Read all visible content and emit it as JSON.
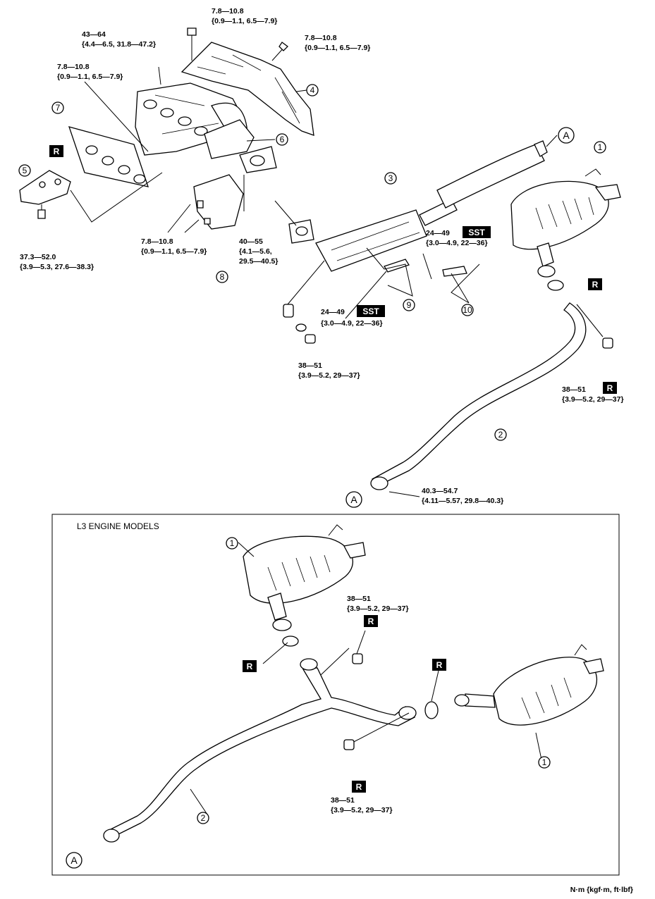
{
  "parts": {
    "p1": "1",
    "p2": "2",
    "p3": "3",
    "p4": "4",
    "p5": "5",
    "p6": "6",
    "p7": "7",
    "p8": "8",
    "p9": "9",
    "p10": "10"
  },
  "marks": {
    "r": "R",
    "sst": "SST",
    "a": "A"
  },
  "torques": {
    "top_bolt": [
      "7.8—10.8",
      "{0.9—1.1, 6.5—7.9}"
    ],
    "top_right_bolt": [
      "7.8—10.8",
      "{0.9—1.1, 6.5—7.9}"
    ],
    "manifold_nut": [
      "43—64",
      "{4.4—6.5, 31.8—47.2}"
    ],
    "left_bolt": [
      "7.8—10.8",
      "{0.9—1.1, 6.5—7.9}"
    ],
    "bracket_bolt": [
      "37.3—52.0",
      "{3.9—5.3, 27.6—38.3}"
    ],
    "lower_bolt": [
      "7.8—10.8",
      "{0.9—1.1, 6.5—7.9}"
    ],
    "stud_bolt": [
      "40—55",
      "{4.1—5.6,",
      "29.5—40.5}"
    ],
    "sensor_rear": [
      "24—49",
      "{3.0—4.9, 22—36}"
    ],
    "sensor_front": [
      "24—49",
      "{3.0—4.9, 22—36}"
    ],
    "flange_nut": [
      "38—51",
      "{3.9—5.2, 29—37}"
    ],
    "rear_nut": [
      "38—51",
      "{3.9—5.2, 29—37}"
    ],
    "pipe_joint": [
      "40.3—54.7",
      "{4.11—5.57, 29.8—40.3}"
    ],
    "l3_nut_top": [
      "38—51",
      "{3.9—5.2, 29—37}"
    ],
    "l3_nut_bottom": [
      "38—51",
      "{3.9—5.2, 29—37}"
    ]
  },
  "inset_title": "L3 ENGINE MODELS",
  "unit_note": "N·m {kgf·m, ft·lbf}"
}
